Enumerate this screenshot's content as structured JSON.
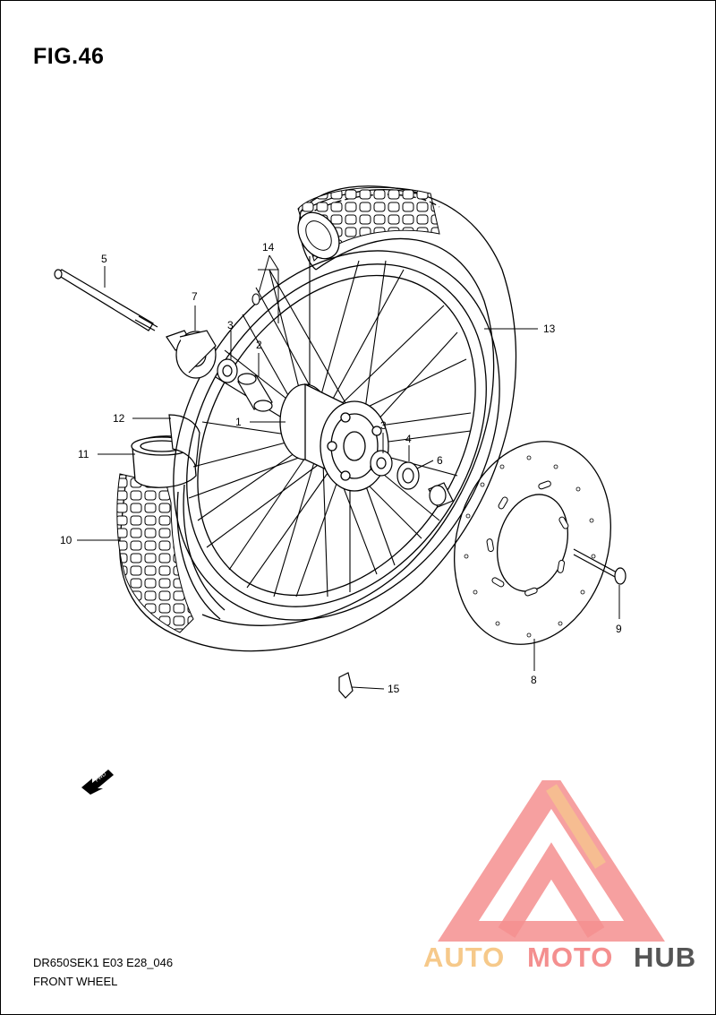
{
  "figure": {
    "title": "FIG.46",
    "model_code": "DR650SEK1 E03 E28_046",
    "section_name": "FRONT WHEEL",
    "fwd_arrow_label": "FWD"
  },
  "callouts": [
    "1",
    "2",
    "3",
    "3",
    "4",
    "5",
    "6",
    "7",
    "8",
    "9",
    "10",
    "11",
    "12",
    "13",
    "14",
    "15"
  ],
  "parts": [
    "hub",
    "spacer",
    "bearing",
    "bearing",
    "oil-seal",
    "axle",
    "spacer",
    "speedometer-gearbox",
    "brake-disc",
    "disc-bolt",
    "tire",
    "tube",
    "rim-band",
    "rim",
    "spoke-nipple",
    "valve-cap"
  ],
  "watermark": {
    "part1": "AUTO",
    "part2": "MOTO",
    "part3": "HUB",
    "color_light": "#f6c98a",
    "color_mid": "#f48f8f",
    "color_dark": "#555555"
  }
}
